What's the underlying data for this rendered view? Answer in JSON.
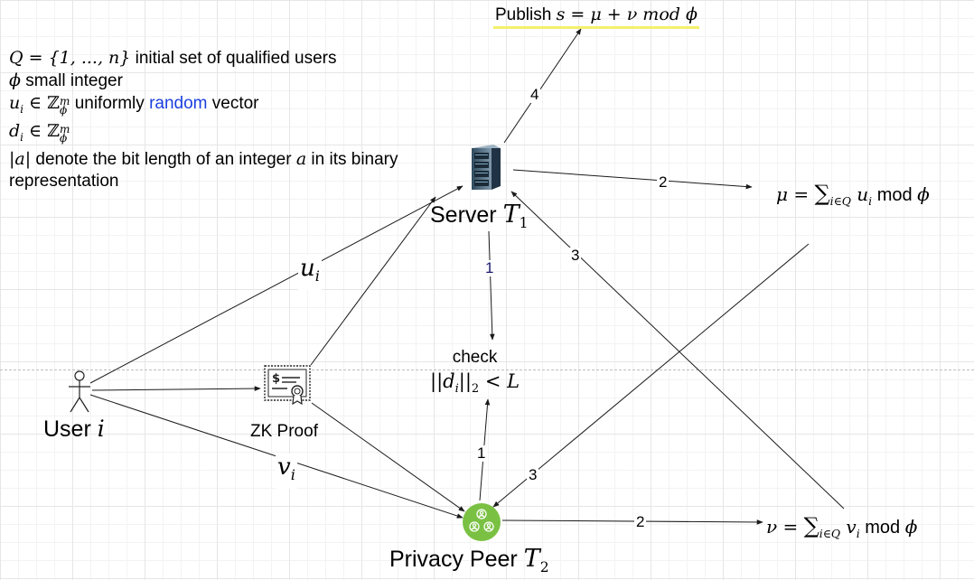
{
  "publish": {
    "word": "Publish",
    "formula": "s = μ + ν mod ϕ"
  },
  "legend": [
    {
      "math": "Q = {1, ..., n}",
      "text": " initial set of qualified users"
    },
    {
      "math": "ϕ",
      "text": " small integer"
    },
    {
      "math": "u",
      "sub": "i",
      "set": " ∈ ℤ",
      "setsup": "m",
      "setsub": "ϕ",
      "text_pre": " uniformly ",
      "text_blue": "random",
      "text_post": " vector"
    },
    {
      "math": "d",
      "sub": "i",
      "set": " ∈ ℤ",
      "setsup": "m",
      "setsub": "ϕ"
    },
    {
      "math": "|a|",
      "text_pre": " denote the bit length of an integer ",
      "var": "a",
      "text_post": " in its binary"
    },
    {
      "text": "representation"
    }
  ],
  "nodes": {
    "server": {
      "name": "Server",
      "var": "T",
      "sub": "1",
      "icon": "server-rack-icon"
    },
    "user": {
      "name": "User",
      "var": "i",
      "icon": "stick-figure-user-icon"
    },
    "zk": {
      "name": "ZK Proof",
      "icon": "certificate-icon"
    },
    "peer": {
      "name": "Privacy Peer",
      "var": "T",
      "sub": "2",
      "icon": "privacy-peer-group-icon"
    },
    "check": {
      "word": "check",
      "formula": "||d",
      "sub": "i",
      "norm": "||",
      "normsub": "2",
      "rest": " < L"
    }
  },
  "edges": {
    "user_server_label": {
      "var": "u",
      "sub": "i"
    },
    "user_peer_label": {
      "var": "v",
      "sub": "i"
    },
    "server_publish": "4",
    "server_mu": "2",
    "server_check": "1",
    "peer_check": "1",
    "nu_server": "3",
    "mu_peer": "3",
    "peer_nu": "2"
  },
  "results": {
    "mu": {
      "lhs": "μ = ",
      "sum": "∑",
      "sumsub": "i∈Q",
      "term": " u",
      "termsub": "i",
      "mod": " mod ",
      "modvar": "ϕ"
    },
    "nu": {
      "lhs": "ν = ",
      "sum": "∑",
      "sumsub": "i∈Q",
      "term": " v",
      "termsub": "i",
      "mod": " mod ",
      "modvar": "ϕ"
    }
  },
  "colors": {
    "accent_blue": "#1a3fe0",
    "highlight": "#f4f06b",
    "peer_green": "#7ac143",
    "edge": "#1a1a1a"
  }
}
